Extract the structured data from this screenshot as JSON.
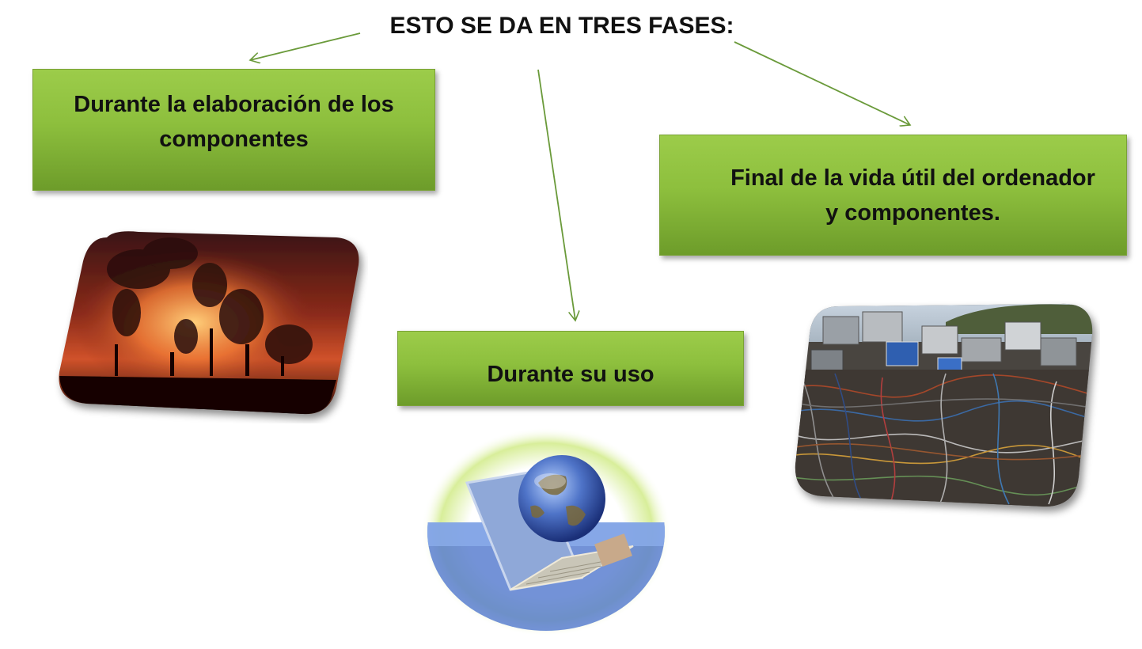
{
  "title": "ESTO SE DA EN TRES FASES:",
  "phases": [
    {
      "line1": "Durante la elaboración de los",
      "line2": "componentes"
    },
    {
      "line1": "Durante su uso"
    },
    {
      "line1": "Final de la vida útil del ordenador",
      "line2": "y componentes."
    }
  ],
  "colors": {
    "box_green": "#8dbf3d",
    "arrow": "#6a9a3a"
  }
}
